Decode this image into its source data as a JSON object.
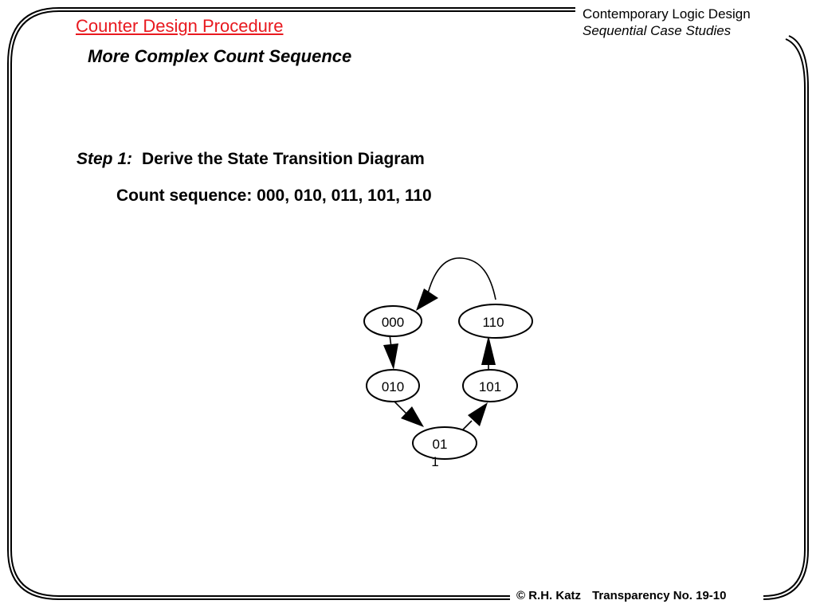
{
  "header": {
    "title": "Counter Design Procedure",
    "subtitle": "More Complex Count Sequence",
    "course_title": "Contemporary Logic Design",
    "course_subtitle": "Sequential Case Studies"
  },
  "content": {
    "step_label": "Step 1:",
    "step_text": "Derive the State Transition Diagram",
    "sequence_text": "Count sequence: 000, 010, 011, 101, 110"
  },
  "diagram": {
    "states": [
      {
        "id": "s000",
        "label": "000"
      },
      {
        "id": "s110",
        "label": "110"
      },
      {
        "id": "s010",
        "label": "010"
      },
      {
        "id": "s101",
        "label": "101"
      },
      {
        "id": "s011",
        "label_line1": "01",
        "label_line2": "1"
      }
    ],
    "transitions": [
      {
        "from": "000",
        "to": "010"
      },
      {
        "from": "010",
        "to": "011"
      },
      {
        "from": "011",
        "to": "101"
      },
      {
        "from": "101",
        "to": "110"
      },
      {
        "from": "110",
        "to": "000"
      }
    ]
  },
  "footer": {
    "copyright": "© R.H. Katz",
    "transparency": "Transparency No. 19-10"
  },
  "colors": {
    "title": "#e8191f",
    "ink": "#000000",
    "background": "#ffffff"
  }
}
